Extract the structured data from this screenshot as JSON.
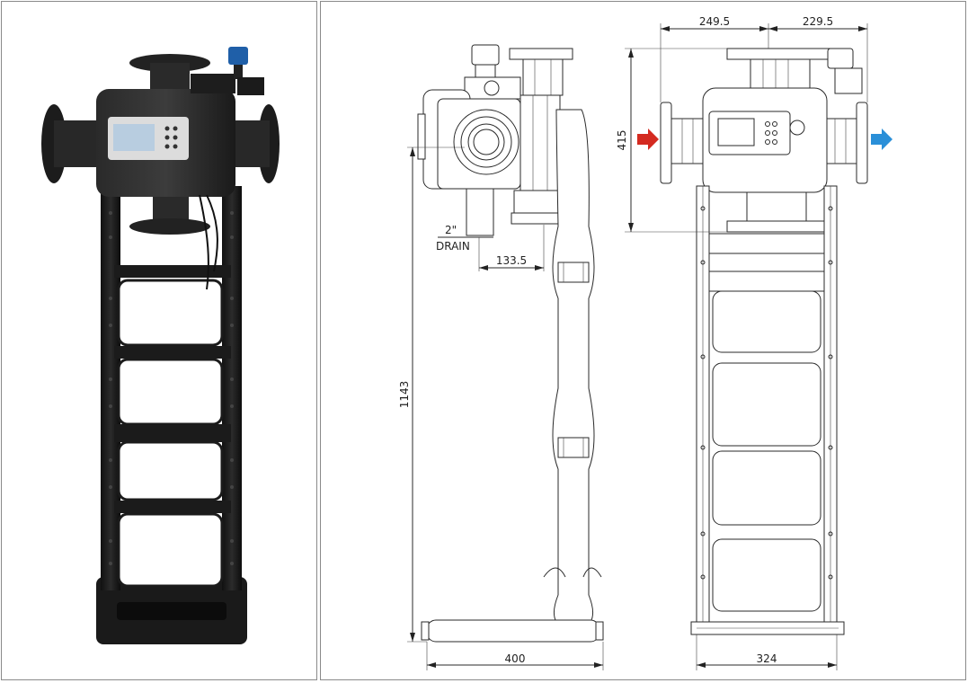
{
  "drawing": {
    "dimensions": {
      "top_left": "249.5",
      "top_right": "229.5",
      "height_head": "415",
      "drain_size": "2\"",
      "drain_label": "DRAIN",
      "drain_offset": "133.5",
      "total_height": "1143",
      "side_width": "400",
      "front_width": "324"
    },
    "colors": {
      "inlet_arrow": "#d42a20",
      "outlet_arrow": "#2a8fd8",
      "frame_black": "#1c1c1c",
      "valve_blue": "#1f5fa8",
      "display_lcd": "#b8cde0"
    }
  }
}
